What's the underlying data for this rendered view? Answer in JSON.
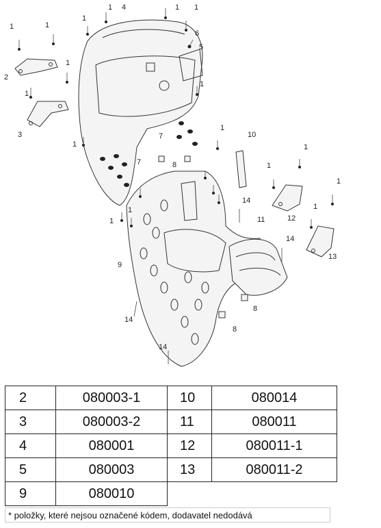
{
  "callouts": {
    "c1": "1",
    "c2": "2",
    "c3": "3",
    "c4": "4",
    "c5": "5",
    "c6": "6",
    "c7": "7",
    "c8": "8",
    "c9": "9",
    "c10": "10",
    "c11": "11",
    "c12": "12",
    "c13": "13",
    "c14": "14"
  },
  "parts_table": {
    "rows": [
      {
        "left_num": "2",
        "left_code": "080003-1",
        "right_num": "10",
        "right_code": "080014"
      },
      {
        "left_num": "3",
        "left_code": "080003-2",
        "right_num": "11",
        "right_code": "080011"
      },
      {
        "left_num": "4",
        "left_code": "080001",
        "right_num": "12",
        "right_code": "080011-1"
      },
      {
        "left_num": "5",
        "left_code": "080003",
        "right_num": "13",
        "right_code": "080011-2"
      },
      {
        "left_num": "9",
        "left_code": "080010",
        "right_num": "",
        "right_code": ""
      }
    ]
  },
  "footnote": "* položky, které nejsou označené kódem, dodavatel nedodává"
}
